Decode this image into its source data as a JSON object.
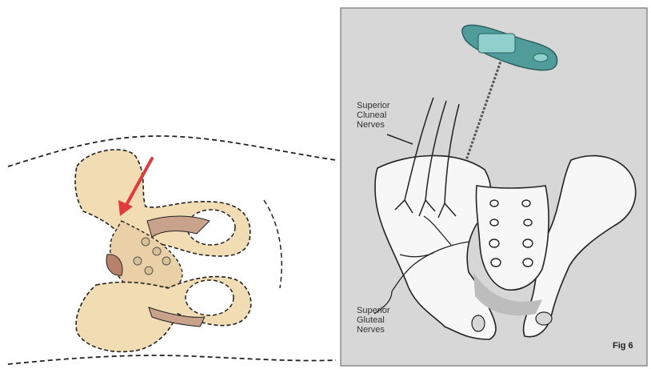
{
  "left_panel": {
    "bone_fill": "#f2dcb3",
    "shade_fill": "#c9a28c",
    "arrow_color": "#e23a3a"
  },
  "right_panel": {
    "background": "#d7d7d7",
    "bone_fill": "#f7f7f7",
    "device_color": "#4f9c9a",
    "labels": {
      "superior_cluneal": [
        "Superior",
        "Cluneal",
        "Nerves"
      ],
      "superior_gluteal": [
        "Superior",
        "Gluteal",
        "Nerves"
      ]
    },
    "figure_label": "Fig 6"
  }
}
